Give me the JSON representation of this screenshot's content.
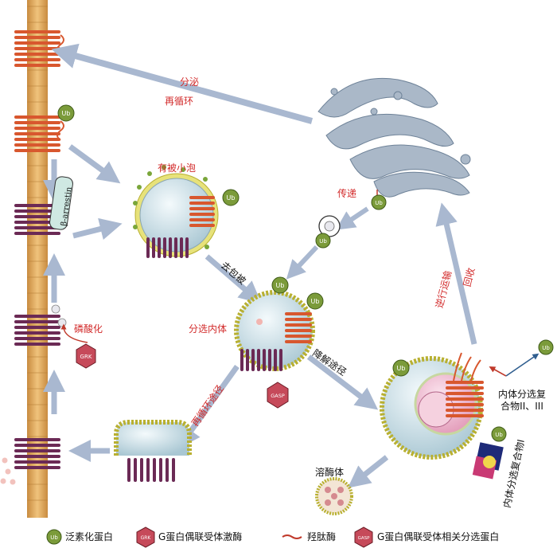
{
  "colors": {
    "arrow": "#a9b8d0",
    "receptor_red": "#d8572e",
    "receptor_purple": "#6b2a55",
    "membrane_tan": "#e2ad63",
    "bead": "#e9e270",
    "vesicle": "#cfe2ea",
    "red_text": "#d22a2a"
  },
  "labels": {
    "secrete": "分泌",
    "recycle": "再循环",
    "coated_vesicle": "有被小泡",
    "transfer": "传递",
    "uncoat": "去包被",
    "sorting_endosome": "分选内体",
    "degradation": "降解途径",
    "recycling_path": "再循环途径",
    "phosphorylation": "磷酸化",
    "retrograde": "逆行运输",
    "retrieval": "回收",
    "escrt23": "内体分选复\n合物II、III",
    "escrt1": "内体分选复合物I",
    "lysosome": "溶酶体",
    "arrestin": "β-arrestin",
    "ub": "Ub",
    "grk": "GRK",
    "gasp": "GASP"
  },
  "legend": [
    {
      "icon": "ub-icon",
      "text": "泛素化蛋白"
    },
    {
      "icon": "grk-icon",
      "text": "G蛋白偶联受体激酶"
    },
    {
      "icon": "peptidase-icon",
      "text": "羟肽酶"
    },
    {
      "icon": "gasp-icon",
      "text": "G蛋白偶联受体相关分选蛋白"
    }
  ]
}
